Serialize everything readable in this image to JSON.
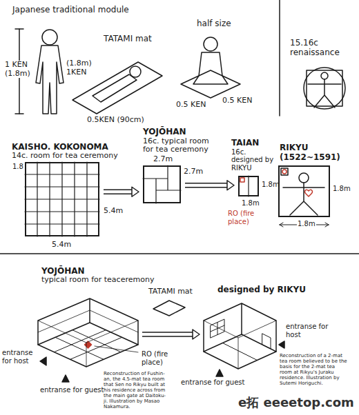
{
  "diagram": {
    "nodes": [
      {
        "text": [
          "KAISHO. KOKONOMA",
          "14c. room for tea ceremony"
        ]
      },
      {
        "text": [
          "YOJŌHAN",
          "16c. typical room for tea ceremony"
        ]
      },
      {
        "text": [
          "TAIAN",
          "16c. designed by RIKYU"
        ]
      },
      {
        "text": [
          "RIKYU (1522~1591)"
        ]
      },
      {
        "text": [
          "YOJŌHAN",
          "typical room for teaceremony"
        ]
      },
      {
        "text": [
          "designed by RIKYU"
        ]
      }
    ],
    "edges": [
      {
        "from": 0,
        "to": 1,
        "arrow": "to"
      },
      {
        "from": 1,
        "to": 2,
        "arrow": "to"
      },
      {
        "from": 4,
        "to": 5,
        "arrow": "to"
      }
    ],
    "labels": [
      "Japanese traditional module",
      "1 KEN (1.8m)",
      "TATAMI mat",
      "(1.8m) 1KEN",
      "0.5KEN (90cm)",
      "half size",
      "0.5 KEN",
      "0.5 KEN",
      "15.16c renaissance",
      "1.8",
      "5.4m",
      "5.4m",
      "2.7m",
      "2.7m",
      "1.8m",
      "1.8m",
      "RO (fire place)",
      "1.8m",
      "1.8m",
      "TATAMI mat",
      "RO (fire place)",
      "entranse for host",
      "entranse for guest",
      "Reconstruction of Fushin-an, the 4.5-mat tea room that Sen no Rikyu built at his residence across from the main gate at Daitoku-ji. Illustration by Masao Nakamura.",
      "entranse for host",
      "Reconstruction of a 2-mat tea room believed to be the basis for the 2-mat tea room at Rikyu's Juraku residence. Illustration by Sutemi Horiguchi.",
      "entranse for guest",
      "e拓 eeeetop.com"
    ]
  }
}
